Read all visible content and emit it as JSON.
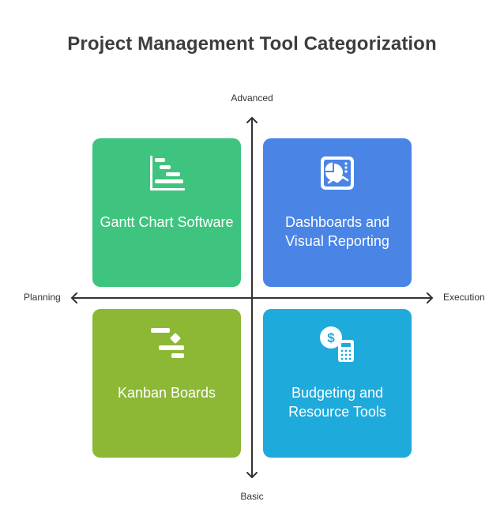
{
  "title": "Project Management Tool Categorization",
  "axes": {
    "top": "Advanced",
    "bottom": "Basic",
    "left": "Planning",
    "right": "Execution"
  },
  "quadrants": {
    "top_left": {
      "label": "Gantt Chart Software",
      "icon": "gantt-chart-icon",
      "color": "#3ec47f"
    },
    "top_right": {
      "label": "Dashboards and Visual Reporting",
      "icon": "dashboard-report-icon",
      "color": "#4a85e6"
    },
    "bottom_left": {
      "label": "Kanban Boards",
      "icon": "kanban-flow-icon",
      "color": "#8cb836"
    },
    "bottom_right": {
      "label": "Budgeting and Resource Tools",
      "icon": "budget-calculator-icon",
      "color": "#1faadc"
    }
  }
}
